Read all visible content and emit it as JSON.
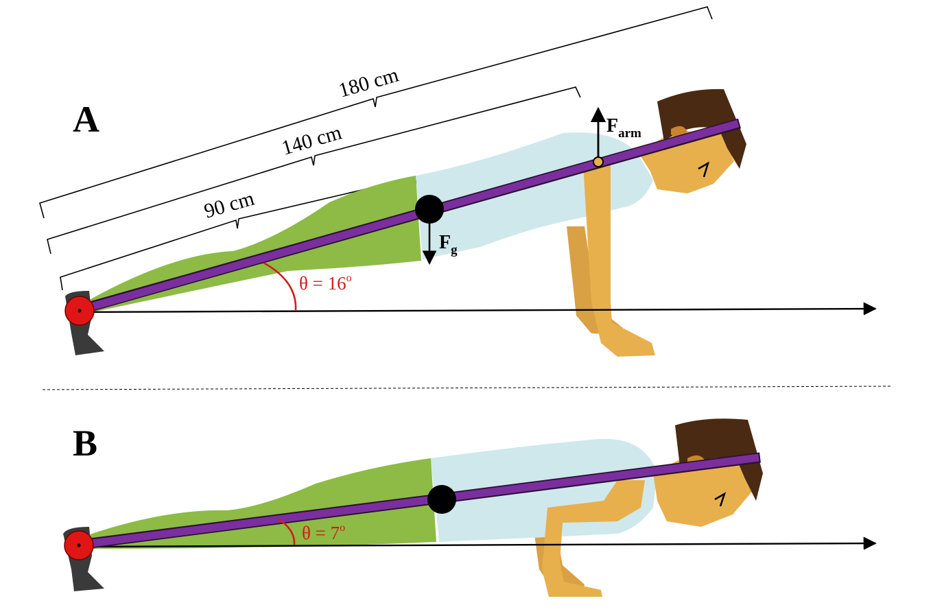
{
  "panels": {
    "a": {
      "label": "A",
      "angle_text": "θ = 16",
      "angle_sup": "o",
      "dimensions": {
        "short": "90 cm",
        "mid": "140 cm",
        "long": "180 cm"
      },
      "force_arm": {
        "letter": "F",
        "sub": "arm"
      },
      "force_gravity": {
        "letter": "F",
        "sub": "g"
      }
    },
    "b": {
      "label": "B",
      "angle_text": "θ = 7",
      "angle_sup": "o"
    }
  },
  "colors": {
    "body_segment": "#7b2f9e",
    "pivot": "#e01616",
    "angle": "#d01c1c",
    "legs": "#8dbb45",
    "shirt": "#cfe8ec",
    "skin": "#e7b04c",
    "hair": "#4a2a12",
    "shoe": "#3a3a3a"
  }
}
